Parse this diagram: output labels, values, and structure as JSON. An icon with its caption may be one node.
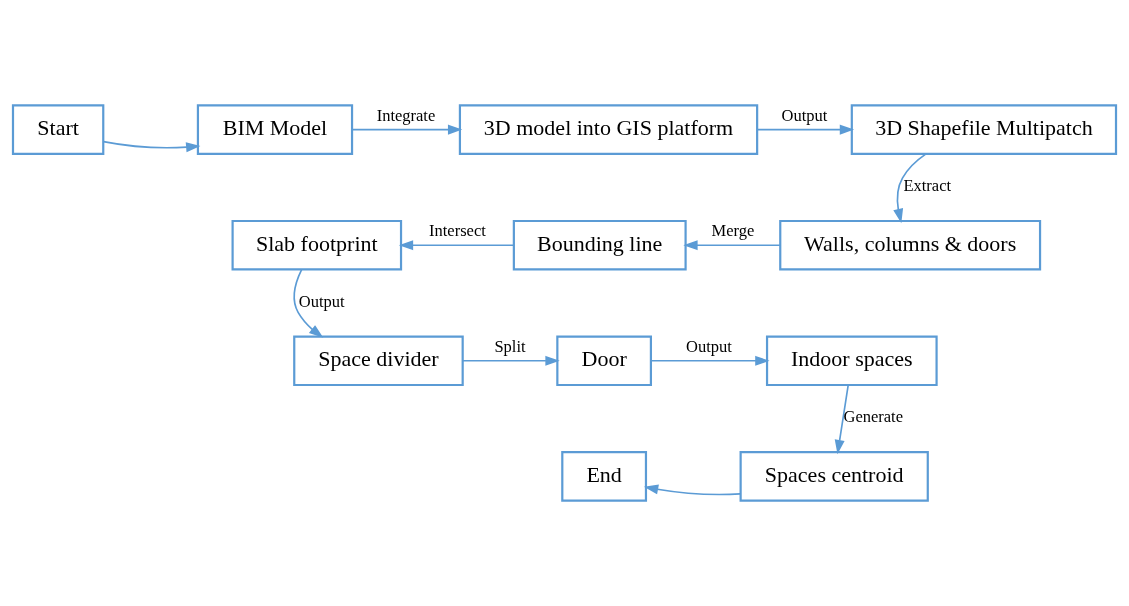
{
  "diagram": {
    "nodes": [
      {
        "text": [
          "Start"
        ]
      },
      {
        "text": [
          "BIM Model"
        ]
      },
      {
        "text": [
          "3D model into GIS platform"
        ]
      },
      {
        "text": [
          "3D Shapefile Multipatch"
        ]
      },
      {
        "text": [
          "Walls, columns & doors"
        ]
      },
      {
        "text": [
          "Bounding line"
        ]
      },
      {
        "text": [
          "Slab footprint"
        ]
      },
      {
        "text": [
          "Space divider"
        ]
      },
      {
        "text": [
          "Door"
        ]
      },
      {
        "text": [
          "Indoor spaces"
        ]
      },
      {
        "text": [
          "Spaces centroid"
        ]
      },
      {
        "text": [
          "End"
        ]
      }
    ],
    "edges": [
      {
        "from": 0,
        "to": 1,
        "arrow": "to"
      },
      {
        "from": 1,
        "to": 2,
        "arrow": "to",
        "label": "Integrate"
      },
      {
        "from": 2,
        "to": 3,
        "arrow": "to",
        "label": "Output"
      },
      {
        "from": 3,
        "to": 4,
        "arrow": "to",
        "label": "Extract"
      },
      {
        "from": 4,
        "to": 5,
        "arrow": "to",
        "label": "Merge"
      },
      {
        "from": 5,
        "to": 6,
        "arrow": "to",
        "label": "Intersect"
      },
      {
        "from": 6,
        "to": 7,
        "arrow": "to",
        "label": "Output"
      },
      {
        "from": 7,
        "to": 8,
        "arrow": "to",
        "label": "Split"
      },
      {
        "from": 8,
        "to": 9,
        "arrow": "to",
        "label": "Output"
      },
      {
        "from": 9,
        "to": 10,
        "arrow": "to",
        "label": "Generate"
      },
      {
        "from": 10,
        "to": 11,
        "arrow": "to"
      }
    ]
  }
}
